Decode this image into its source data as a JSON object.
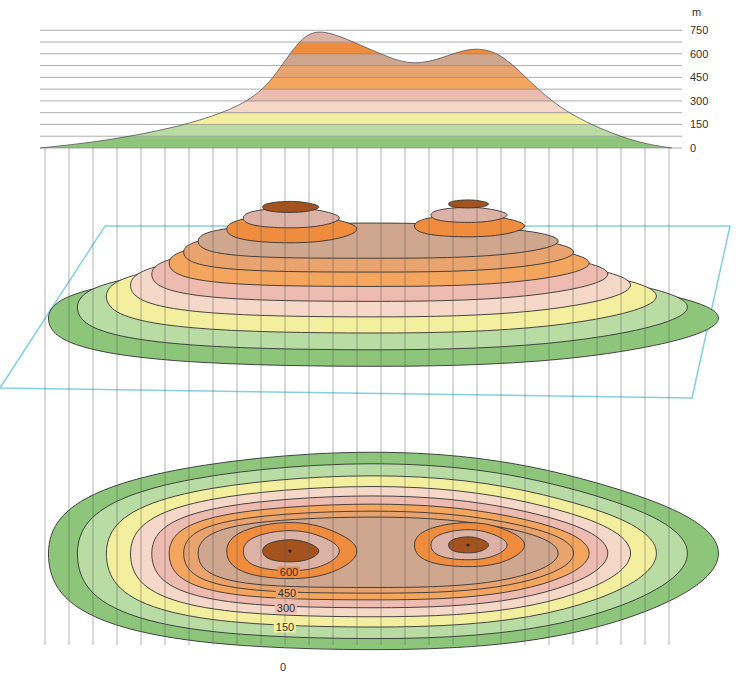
{
  "diagram": {
    "labels": [
      "m",
      "750",
      "600",
      "450",
      "300",
      "150",
      "0",
      "600",
      "450",
      "300",
      "150",
      "0"
    ]
  }
}
